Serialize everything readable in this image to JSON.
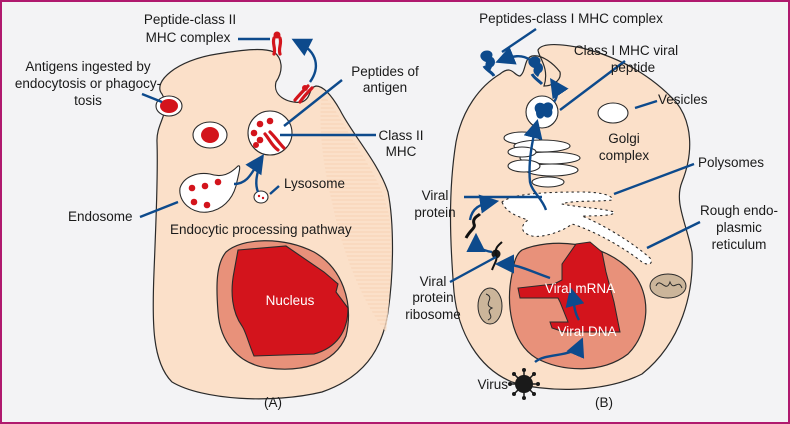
{
  "panels": [
    {
      "id": "A",
      "caption": "(A)",
      "labels": {
        "peptide_class2_complex": [
          "Peptide-class II",
          "MHC complex"
        ],
        "antigens_ingested": [
          "Antigens ingested by",
          "endocytosis or phagocy-",
          "tosis"
        ],
        "peptides_of_antigen": [
          "Peptides of",
          "antigen"
        ],
        "class2_mhc": [
          "Class II",
          "MHC"
        ],
        "lysosome": "Lysosome",
        "endosome": "Endosome",
        "pathway": "Endocytic processing pathway",
        "nucleus": "Nucleus"
      }
    },
    {
      "id": "B",
      "caption": "(B)",
      "labels": {
        "peptides_class1_complex": "Peptides-class I MHC complex",
        "class1_viral_peptide": [
          "Class I MHC viral",
          "peptide"
        ],
        "vesicles": "Vesicles",
        "golgi": [
          "Golgi",
          "complex"
        ],
        "polysomes": "Polysomes",
        "viral_protein": [
          "Viral",
          "protein"
        ],
        "rough_er": [
          "Rough endo-",
          "plasmic",
          "reticulum"
        ],
        "viral_protein_ribosome": [
          "Viral",
          "protein",
          "ribosome"
        ],
        "viral_mrna": "Viral mRNA",
        "viral_dna": "Viral DNA",
        "virus": "Virus"
      }
    }
  ],
  "colors": {
    "border": "#b0196e",
    "cytoplasm": "#fbe0c9",
    "nucleus_outer": "#e8917a",
    "nucleus_inner": "#d3141c",
    "arrows": "#0d4a8c",
    "mhc_class2": "#d3141c",
    "mhc_class1": "#0d4a8c"
  }
}
